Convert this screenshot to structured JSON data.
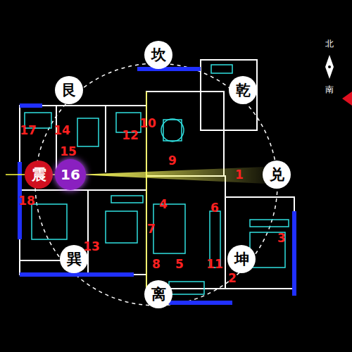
{
  "diagram": {
    "nodes": [
      {
        "text": [
          "坎"
        ]
      },
      {
        "text": [
          "乾"
        ]
      },
      {
        "text": [
          "兑"
        ]
      },
      {
        "text": [
          "坤"
        ]
      },
      {
        "text": [
          "离"
        ]
      },
      {
        "text": [
          "巽"
        ]
      },
      {
        "text": [
          "艮"
        ]
      },
      {
        "text": [
          "震"
        ]
      },
      {
        "text": [
          "16"
        ]
      }
    ],
    "labels": [
      "1",
      "2",
      "3",
      "4",
      "5",
      "6",
      "7",
      "8",
      "9",
      "10",
      "11",
      "12",
      "13",
      "14",
      "15",
      "17",
      "18",
      "北",
      "南"
    ]
  }
}
